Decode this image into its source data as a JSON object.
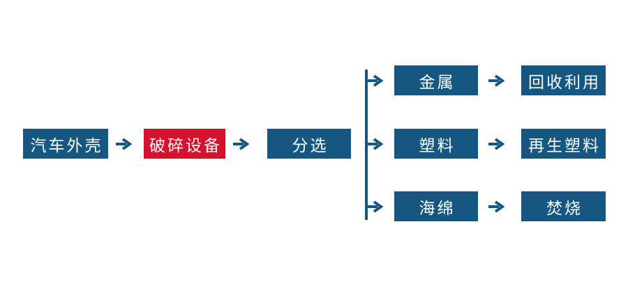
{
  "diagram": {
    "type": "flowchart",
    "background_color": "#FFFFFF",
    "node_color": "#155781",
    "highlight_node_color": "#D5112B",
    "text_color": "#FFFFFF",
    "connector_color": "#155781",
    "main_flow": [
      {
        "label": "汽车外壳",
        "highlight": false
      },
      {
        "label": "破碎设备",
        "highlight": true
      },
      {
        "label": "分选",
        "highlight": false
      }
    ],
    "branches": [
      {
        "material": "金属",
        "outcome": "回收利用"
      },
      {
        "material": "塑料",
        "outcome": "再生塑料"
      },
      {
        "material": "海绵",
        "outcome": "焚烧"
      }
    ],
    "icons": {
      "arrow": "arrow-right-icon"
    }
  }
}
